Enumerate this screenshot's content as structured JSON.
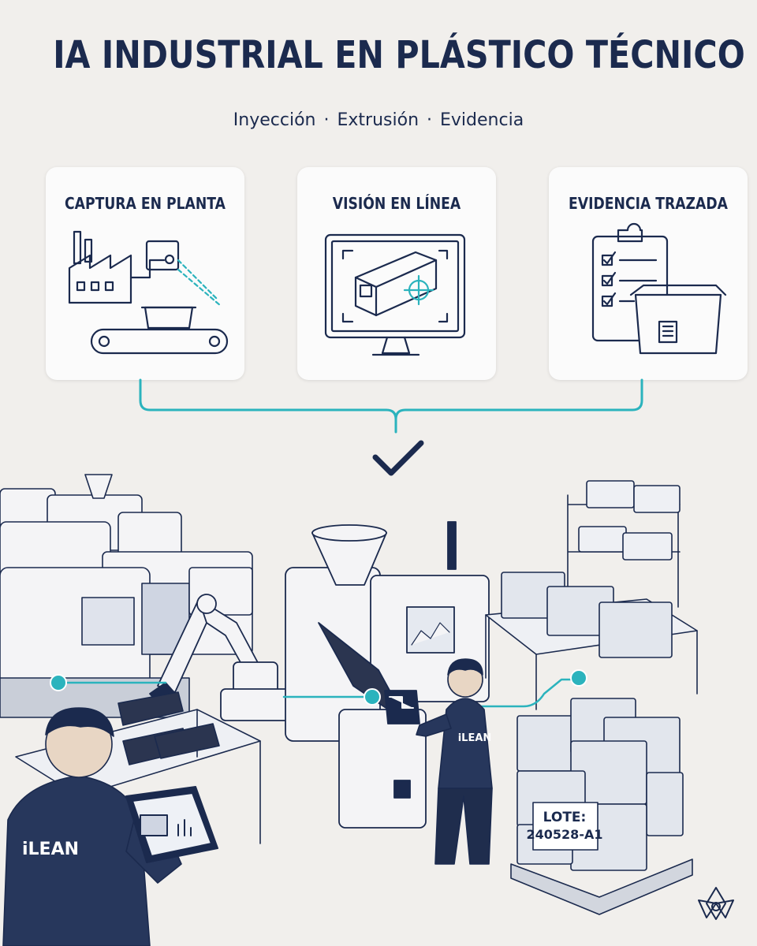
{
  "header": {
    "title": "IA INDUSTRIAL EN PLÁSTICO TÉCNICO",
    "subtitle_items": [
      "Inyección",
      "Extrusión",
      "Evidencia"
    ],
    "separator": "·"
  },
  "cards": [
    {
      "title": "CAPTURA EN PLANTA",
      "icon": "factory-camera-conveyor-icon"
    },
    {
      "title": "VISIÓN EN LÍNEA",
      "icon": "monitor-profile-target-icon"
    },
    {
      "title": "EVIDENCIA TRAZADA",
      "icon": "clipboard-crate-icon"
    }
  ],
  "scene": {
    "worker_left_label": "iLEAN",
    "worker_right_label": "iLEAN",
    "lot_label_line1": "LOTE:",
    "lot_label_line2": "240528-A1"
  },
  "colors": {
    "navy": "#1b2a4e",
    "teal": "#2bb3bd",
    "background": "#f1efec",
    "card": "#fbfbfb"
  }
}
